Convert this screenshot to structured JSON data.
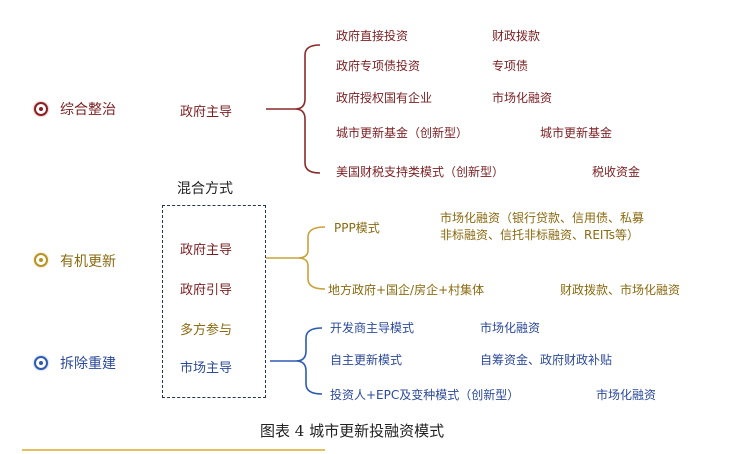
{
  "caption": "图表 4  城市更新投融资模式",
  "mixed_label": "混合方式",
  "categories": [
    {
      "name": "综合整治",
      "lead": "政府主导",
      "items": [
        {
          "mode": "政府直接投资",
          "fund": "财政拨款"
        },
        {
          "mode": "政府专项债投资",
          "fund": "专项债"
        },
        {
          "mode": "政府授权国有企业",
          "fund": "市场化融资"
        },
        {
          "mode": "城市更新基金（创新型）",
          "fund": "城市更新基金"
        },
        {
          "mode": "美国财税支持类模式（创新型）",
          "fund": "税收资金"
        }
      ]
    },
    {
      "name": "有机更新",
      "items": [
        {
          "mode": "PPP模式",
          "fund_line1": "市场化融资（银行贷款、信用债、私募",
          "fund_line2": "非标融资、信托非标融资、REITs等）"
        },
        {
          "mode": "地方政府+国企/房企+村集体",
          "fund": "财政拨款、市场化融资"
        }
      ]
    },
    {
      "name": "拆除重建",
      "items": [
        {
          "mode": "开发商主导模式",
          "fund": "市场化融资"
        },
        {
          "mode": "自主更新模式",
          "fund": "自筹资金、政府财政补贴"
        },
        {
          "mode": "投资人+EPC及变种模式（创新型）",
          "fund": "市场化融资"
        }
      ]
    }
  ],
  "mixed_modes": [
    "政府主导",
    "政府引导",
    "多方参与",
    "市场主导"
  ],
  "colors": {
    "maroon": "#7a1f22",
    "olive": "#8a6a10",
    "gold": "#c9a23a",
    "blue": "#2c4a9a",
    "dashed_border": "#24364f",
    "caption_underline": "#e4c060"
  }
}
